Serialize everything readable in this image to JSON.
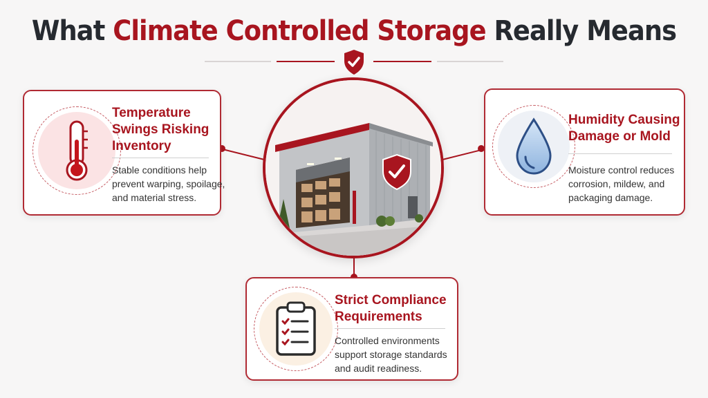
{
  "header": {
    "title_prefix": "What ",
    "title_accent": "Climate Controlled Storage",
    "title_suffix": " Really Means"
  },
  "cards": [
    {
      "id": "temperature",
      "title_line1": "Temperature",
      "title_line2": "Swings Risking",
      "title_line3": "Inventory",
      "description_line1": "Stable conditions help",
      "description_line2": "prevent warping, spoilage,",
      "description_line3": "and material stress.",
      "icon": "thermometer-icon"
    },
    {
      "id": "humidity",
      "title_line1": "Humidity Causing",
      "title_line2": "Damage or Mold",
      "description_line1": "Moisture control reduces",
      "description_line2": "corrosion, mildew, and",
      "description_line3": "packaging damage.",
      "icon": "water-drop-icon"
    },
    {
      "id": "compliance",
      "title_line1": "Strict Compliance",
      "title_line2": "Requirements",
      "description_line1": "Controlled environments",
      "description_line2": "support storage standards",
      "description_line3": "and audit readiness.",
      "icon": "clipboard-checklist-icon"
    }
  ],
  "colors": {
    "accent": "#a8151f",
    "title_dark": "#262a30",
    "background": "#f7f6f6"
  },
  "center": {
    "illustration": "storage-warehouse-illustration",
    "badge": "shield-check-icon"
  }
}
